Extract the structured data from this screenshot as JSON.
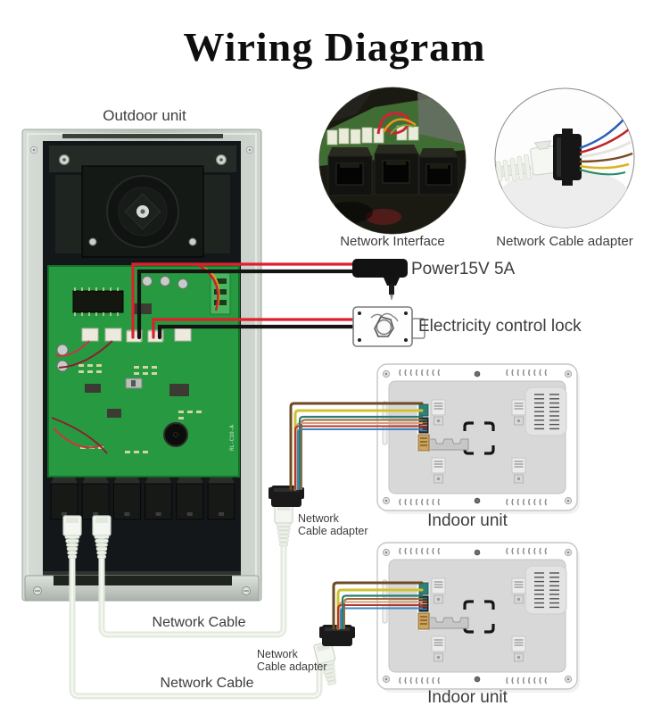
{
  "title": "Wiring Diagram",
  "labels": {
    "outdoor_unit": "Outdoor unit",
    "network_interface": "Network Interface",
    "network_cable_adapter_top": "Network Cable adapter",
    "power": "Power15V 5A",
    "lock": "Electricity control lock",
    "network_cable_1": "Network Cable",
    "network_cable_2": "Network Cable",
    "adapter1_line1": "Network",
    "adapter1_line2": "Cable adapter",
    "adapter2_line1": "Network",
    "adapter2_line2": "Cable adapter",
    "indoor_unit_1": "Indoor unit",
    "indoor_unit_2": "Indoor unit"
  },
  "colors": {
    "wire_red": "#e01f2d",
    "wire_black": "#141414",
    "wire_brown": "#6d4a26",
    "wire_yellow": "#cfc22f",
    "wire_teal": "#2a7d72",
    "wire_brown_thin": "#9a6a3c",
    "wire_salmon": "#dd9b76",
    "wire_red_thin": "#b03a30",
    "wire_blue": "#3f87c2",
    "cable_white": "#e3eade",
    "cable_highlight": "#f6f9f3",
    "pcb_green": "#279a41",
    "adapter_black": "#1a1a1a"
  },
  "icon_names": {
    "power_adapter": "wall-plug-icon",
    "electric_lock": "lock-icon",
    "network_interface_inset": "network-ports-photo",
    "network_cable_adapter_inset": "cable-adapter-photo"
  }
}
